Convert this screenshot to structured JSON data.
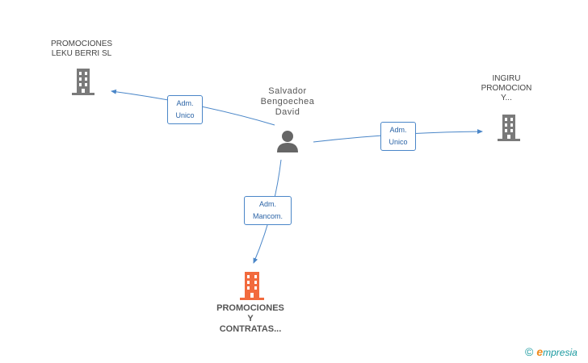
{
  "nodes": {
    "company_top_left": {
      "lines": [
        "PROMOCIONES",
        "LEKU BERRI SL"
      ]
    },
    "person": {
      "lines": [
        "Salvador",
        "Bengoechea",
        "David"
      ]
    },
    "company_right": {
      "lines": [
        "INGIRU",
        "PROMOCION",
        "Y..."
      ]
    },
    "company_main": {
      "lines": [
        "PROMOCIONES",
        "Y",
        "CONTRATAS..."
      ]
    }
  },
  "roles": {
    "to_top_left": [
      "Adm.",
      "Unico"
    ],
    "to_right": [
      "Adm.",
      "Unico"
    ],
    "to_main": [
      "Adm.",
      "Mancom."
    ]
  },
  "brand": {
    "copyright": "©",
    "initial": "e",
    "rest": "mpresia"
  },
  "colors": {
    "edge": "#4a86c8",
    "company_icon": "#7a7a7a",
    "main_company_icon": "#f26a3d",
    "person_icon": "#666666"
  }
}
